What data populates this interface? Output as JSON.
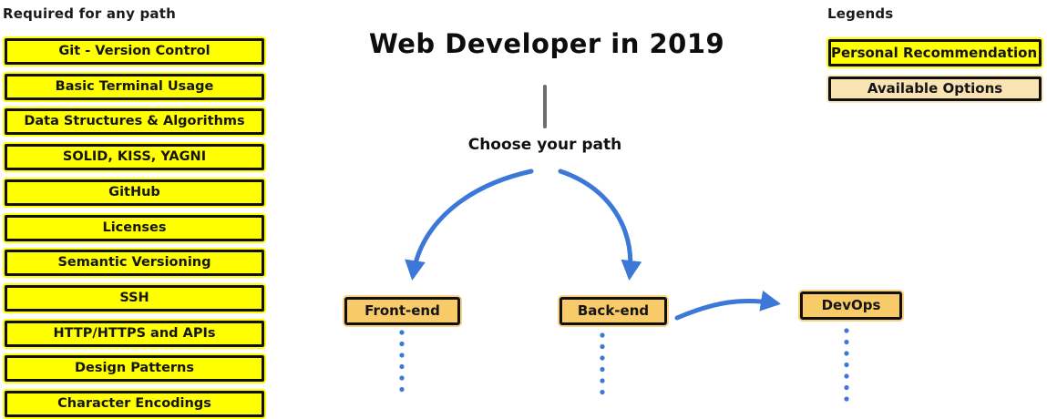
{
  "colors": {
    "highlight_yellow": "#ffff00",
    "option_tan": "#f8ca68",
    "legend_light_tan": "#fae4b3",
    "arrow_blue": "#3b78d8",
    "stem_gray": "#6e6e6e",
    "border_black": "#101010"
  },
  "required": {
    "heading": "Required for any path",
    "items": [
      "Git - Version Control",
      "Basic Terminal Usage",
      "Data Structures & Algorithms",
      "SOLID, KISS, YAGNI",
      "GitHub",
      "Licenses",
      "Semantic Versioning",
      "SSH",
      "HTTP/HTTPS and APIs",
      "Design Patterns",
      "Character Encodings"
    ]
  },
  "center": {
    "title": "Web Developer in 2019",
    "prompt": "Choose your path",
    "paths": [
      {
        "label": "Front-end"
      },
      {
        "label": "Back-end"
      },
      {
        "label": "DevOps"
      }
    ]
  },
  "legend": {
    "heading": "Legends",
    "items": [
      {
        "label": "Personal Recommendation!",
        "type": "recommendation"
      },
      {
        "label": "Available Options",
        "type": "option"
      }
    ]
  },
  "icons": {
    "arrow_left_down": "curved-arrow-down-left",
    "arrow_right_down": "curved-arrow-down-right",
    "arrow_to_devops": "curved-arrow-right",
    "continuation_dots": "vertical-dotted-line"
  }
}
